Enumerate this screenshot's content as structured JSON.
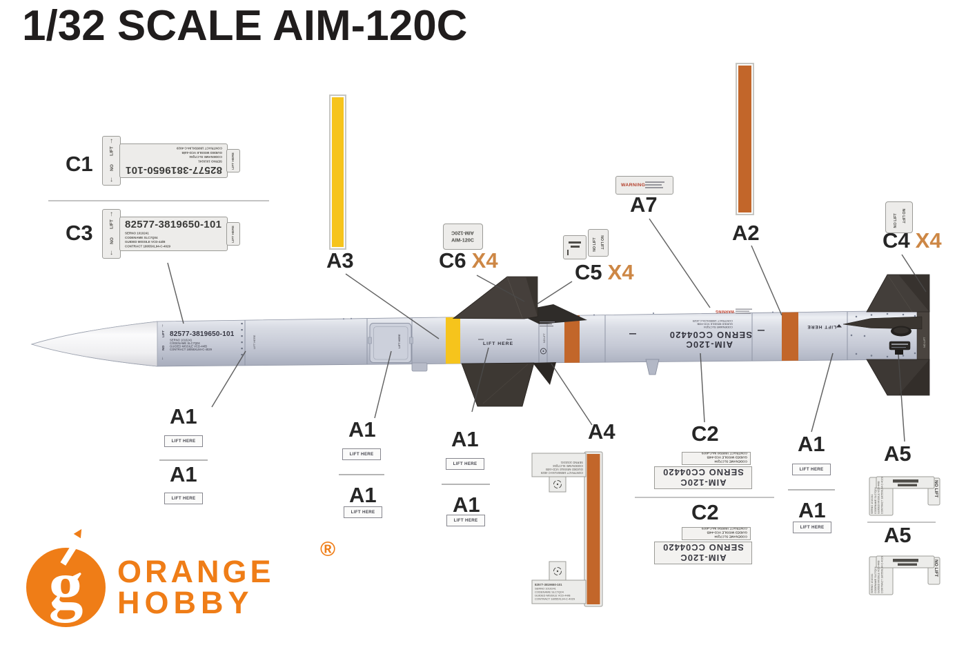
{
  "title": "1/32 SCALE AIM-120C",
  "brand": {
    "glyph": "g",
    "word1": "ORANGE",
    "word2": "HOBBY",
    "registered": "®"
  },
  "callouts": {
    "c1": {
      "label": "C1"
    },
    "c3": {
      "label": "C3"
    },
    "a3": {
      "label": "A3"
    },
    "c6": {
      "label": "C6",
      "qty": "X4"
    },
    "c5": {
      "label": "C5",
      "qty": "X4"
    },
    "a7": {
      "label": "A7"
    },
    "a2": {
      "label": "A2"
    },
    "c4": {
      "label": "C4",
      "qty": "X4"
    },
    "a1": {
      "label": "A1"
    },
    "a4": {
      "label": "A4"
    },
    "c2": {
      "label": "C2"
    },
    "a5": {
      "label": "A5"
    }
  },
  "stencil": {
    "part_no": "82577-3819650-101",
    "serno_line": "SERNO 1010241",
    "codename_line": "CODENAME SLC7Q04",
    "missile_line": "GUIDED MISSILE VCD-44/B",
    "contract_line": "CONTRACT 18055XL94-C-4029",
    "lift": "LIFT",
    "no": "NO",
    "lift_here": "LIFT HERE",
    "no_lift": "NO LIFT",
    "aim_type": "AIM-120C",
    "serno_cc": "SERNO CC04420",
    "warning": "WARNING",
    "up_arrow": "↑",
    "down_arrow": "↓"
  },
  "colors": {
    "stripe_yellow": "#f6c41c",
    "stripe_orange": "#c2662a",
    "qty_orange": "#cd8745",
    "logo_orange": "#ef7d17",
    "body_gray": "#c6cad6",
    "fin_dark": "#403c39"
  }
}
